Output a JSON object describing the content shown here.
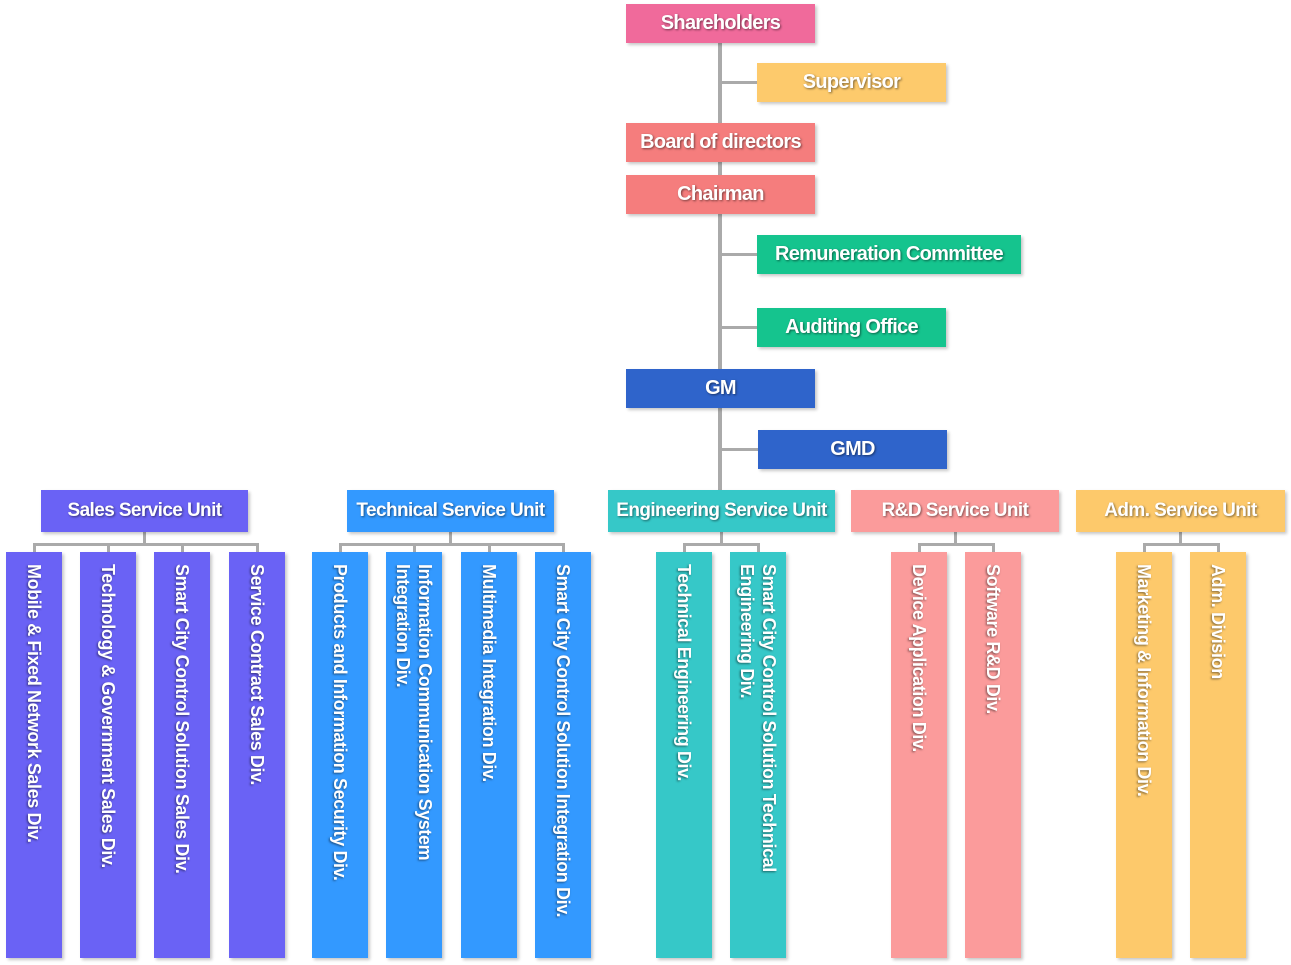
{
  "governance": {
    "shareholders": {
      "label": "Shareholders",
      "color": "#f06a9b"
    },
    "supervisor": {
      "label": "Supervisor",
      "color": "#fdca6c"
    },
    "board_of_directors": {
      "label": "Board of directors",
      "color": "#f57d7d"
    },
    "chairman": {
      "label": "Chairman",
      "color": "#f57d7d"
    },
    "remuneration_committee": {
      "label": "Remuneration Committee",
      "color": "#15c48e"
    },
    "auditing_office": {
      "label": "Auditing Office",
      "color": "#15c48e"
    },
    "gm": {
      "label": "GM",
      "color": "#2f64cb"
    },
    "gmd": {
      "label": "GMD",
      "color": "#2f64cb"
    }
  },
  "service_units": [
    {
      "name": "Sales Service Unit",
      "color": "#6a62f5",
      "divisions": [
        "Mobile & Fixed Network Sales Div.",
        "Technology & Government Sales Div.",
        "Smart City Control Solution Sales Div.",
        "Service Contract Sales Div."
      ]
    },
    {
      "name": "Technical Service Unit",
      "color": "#3399ff",
      "divisions": [
        "Products and Information Security Div.",
        "Information Communication System\nIntegration Div.",
        "Multimedia Integration Div.",
        "Smart City Control Solution Integration Div."
      ]
    },
    {
      "name": "Engineering Service Unit",
      "color": "#36c8c8",
      "divisions": [
        "Technical Engineering Div.",
        "Smart City Control Solution Technical\nEngineering Div."
      ]
    },
    {
      "name": "R&D Service Unit",
      "color": "#fb9b9b",
      "divisions": [
        "Device Application Div.",
        "Software R&D Div."
      ]
    },
    {
      "name": "Adm. Service Unit",
      "color": "#fdc96b",
      "divisions": [
        "Marketing & Information Div.",
        "Adm. Division"
      ]
    }
  ],
  "colors": {
    "connector": "#aaaaaa",
    "text": "#ffffff"
  }
}
